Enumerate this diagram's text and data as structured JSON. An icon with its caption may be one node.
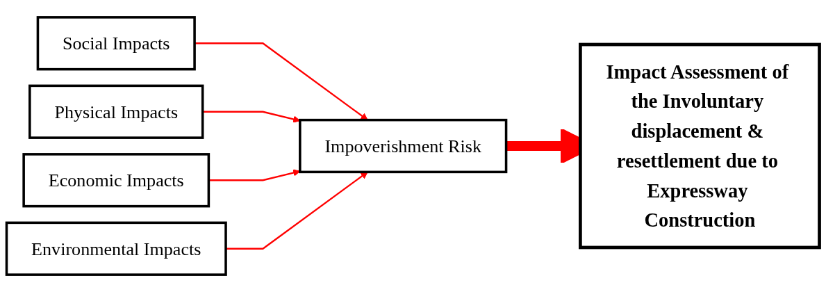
{
  "diagram": {
    "nodes": [
      {
        "text": [
          "Social Impacts"
        ]
      },
      {
        "text": [
          "Physical Impacts"
        ]
      },
      {
        "text": [
          "Economic Impacts"
        ]
      },
      {
        "text": [
          "Environmental Impacts"
        ]
      },
      {
        "text": [
          "Impoverishment Risk"
        ]
      },
      {
        "text": [
          "Impact Assessment of the Involuntary displacement & resettlement due to Expressway Construction"
        ]
      }
    ],
    "edges": [
      {
        "from": 0,
        "to": 4,
        "arrow": "to",
        "color": "#ff0000"
      },
      {
        "from": 1,
        "to": 4,
        "arrow": "to",
        "color": "#ff0000"
      },
      {
        "from": 2,
        "to": 4,
        "arrow": "to",
        "color": "#ff0000"
      },
      {
        "from": 3,
        "to": 4,
        "arrow": "to",
        "color": "#ff0000"
      },
      {
        "from": 4,
        "to": 5,
        "arrow": "to",
        "style": "thick",
        "color": "#ff0000"
      }
    ]
  }
}
